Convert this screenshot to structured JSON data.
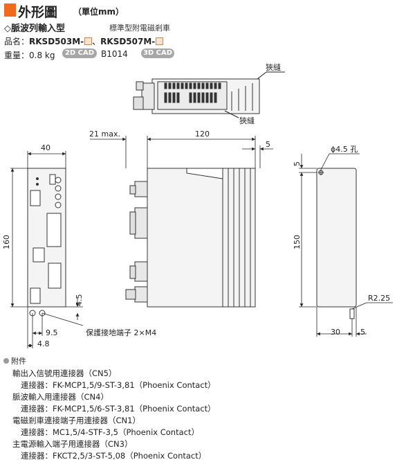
{
  "header": {
    "title": "外形圖",
    "unit": "（單位mm）",
    "subheading": "◇脈波列輸入型",
    "subnote": "標準型附電磁剎車",
    "model_label": "品名：",
    "model_a": "RKSD503M-",
    "separator": "、",
    "model_b": "RKSD507M-",
    "weight_label": "重量：",
    "weight_value": "0.8 kg",
    "cad_2d": "2D CAD",
    "cad_code": "B1014",
    "cad_3d": "3D CAD"
  },
  "top_view": {
    "slit_top": "狹縫",
    "slit_bottom": "狹縫"
  },
  "front_view": {
    "dim_width": "40",
    "dim_height": "160",
    "dim_9_5": "9.5",
    "dim_4_8": "4.8",
    "dim_4_5": "4.5",
    "ground_label": "保護接地端子 2×M4"
  },
  "side_view": {
    "dim_21max": "21 max.",
    "dim_120": "120",
    "dim_5": "5"
  },
  "back_view": {
    "hole": "ϕ4.5 孔",
    "dim_5_top": "5",
    "dim_150": "150",
    "radius": "R2.25",
    "dim_30": "30",
    "dim_5_bottom": "5"
  },
  "accessories": {
    "heading": "附件",
    "lines": [
      "輸出入信號用連接器（CN5）",
      "連接器：FK-MCP1,5/9-ST-3,81（Phoenix Contact）",
      "脈波輸入用連接器（CN4）",
      "連接器：FK-MCP1,5/6-ST-3,81（Phoenix Contact）",
      "電磁剎車連接端子用連接器（CN1）",
      "連接器：MC1,5/4-STF-3,5（Phoenix Contact）",
      "主電源輸入端子用連接器（CN3）",
      "連接器：FKCT2,5/3-ST-5,08（Phoenix Contact）"
    ]
  }
}
